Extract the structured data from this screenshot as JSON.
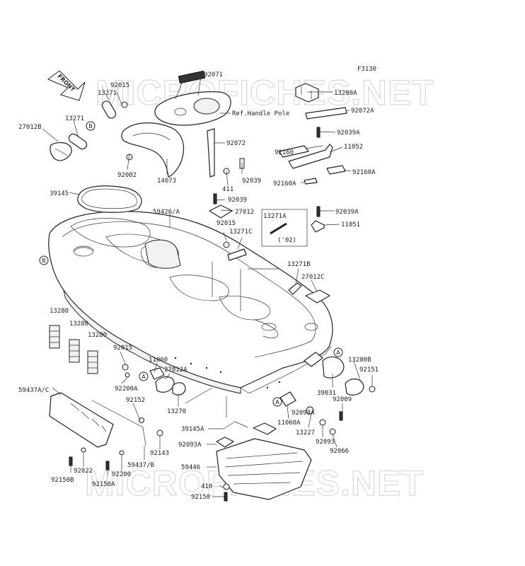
{
  "figure_code": "F3130",
  "watermark": "MICROFICHES.NET",
  "front_arrow_label": "FRONT",
  "ref_note": "Ref.Handle Pole",
  "year_note": "('02)",
  "callout_letters": [
    "A",
    "B"
  ],
  "part_labels": [
    {
      "id": "92071",
      "text": "92071"
    },
    {
      "id": "92015a",
      "text": "92015"
    },
    {
      "id": "13271a",
      "text": "13271"
    },
    {
      "id": "13271b",
      "text": "13271"
    },
    {
      "id": "27012B",
      "text": "27012B"
    },
    {
      "id": "92002",
      "text": "92002"
    },
    {
      "id": "14073",
      "text": "14073"
    },
    {
      "id": "92072",
      "text": "92072"
    },
    {
      "id": "411",
      "text": "411"
    },
    {
      "id": "92039a",
      "text": "92039"
    },
    {
      "id": "92039b",
      "text": "92039"
    },
    {
      "id": "27012",
      "text": "27012"
    },
    {
      "id": "92015b",
      "text": "92015"
    },
    {
      "id": "13271C",
      "text": "13271C"
    },
    {
      "id": "13271A",
      "text": "13271A"
    },
    {
      "id": "13280A",
      "text": "13280A"
    },
    {
      "id": "92072A",
      "text": "92072A"
    },
    {
      "id": "92039A_a",
      "text": "92039A"
    },
    {
      "id": "92160",
      "text": "92160"
    },
    {
      "id": "11052",
      "text": "11052"
    },
    {
      "id": "92160A_a",
      "text": "92160A"
    },
    {
      "id": "92160A_b",
      "text": "92160A"
    },
    {
      "id": "92039A_b",
      "text": "92039A"
    },
    {
      "id": "11051",
      "text": "11051"
    },
    {
      "id": "39145",
      "text": "39145"
    },
    {
      "id": "59426A",
      "text": "59426/A"
    },
    {
      "id": "13271B",
      "text": "13271B"
    },
    {
      "id": "27012C",
      "text": "27012C"
    },
    {
      "id": "13280a",
      "text": "13280"
    },
    {
      "id": "13280b",
      "text": "13280"
    },
    {
      "id": "13280c",
      "text": "13280"
    },
    {
      "id": "92015c",
      "text": "92015"
    },
    {
      "id": "11060",
      "text": "11060"
    },
    {
      "id": "27012A",
      "text": "27012A"
    },
    {
      "id": "92200A",
      "text": "92200A"
    },
    {
      "id": "13270",
      "text": "13270"
    },
    {
      "id": "92152",
      "text": "92152"
    },
    {
      "id": "59437AC",
      "text": "59437A/C"
    },
    {
      "id": "59437B",
      "text": "59437/B"
    },
    {
      "id": "92143",
      "text": "92143"
    },
    {
      "id": "92022",
      "text": "92022"
    },
    {
      "id": "92200",
      "text": "92200"
    },
    {
      "id": "92150B",
      "text": "92150B"
    },
    {
      "id": "92150A",
      "text": "92150A"
    },
    {
      "id": "13280B",
      "text": "13280B"
    },
    {
      "id": "92151",
      "text": "92151"
    },
    {
      "id": "39031",
      "text": "39031"
    },
    {
      "id": "92009",
      "text": "92009"
    },
    {
      "id": "11060A",
      "text": "11060A"
    },
    {
      "id": "92093A",
      "text": "92093A"
    },
    {
      "id": "13227",
      "text": "13227"
    },
    {
      "id": "92093",
      "text": "92093"
    },
    {
      "id": "92066",
      "text": "92066"
    },
    {
      "id": "39145A",
      "text": "39145A"
    },
    {
      "id": "92093A_b",
      "text": "92093A"
    },
    {
      "id": "59446",
      "text": "59446"
    },
    {
      "id": "410",
      "text": "410"
    },
    {
      "id": "92150",
      "text": "92150"
    }
  ]
}
